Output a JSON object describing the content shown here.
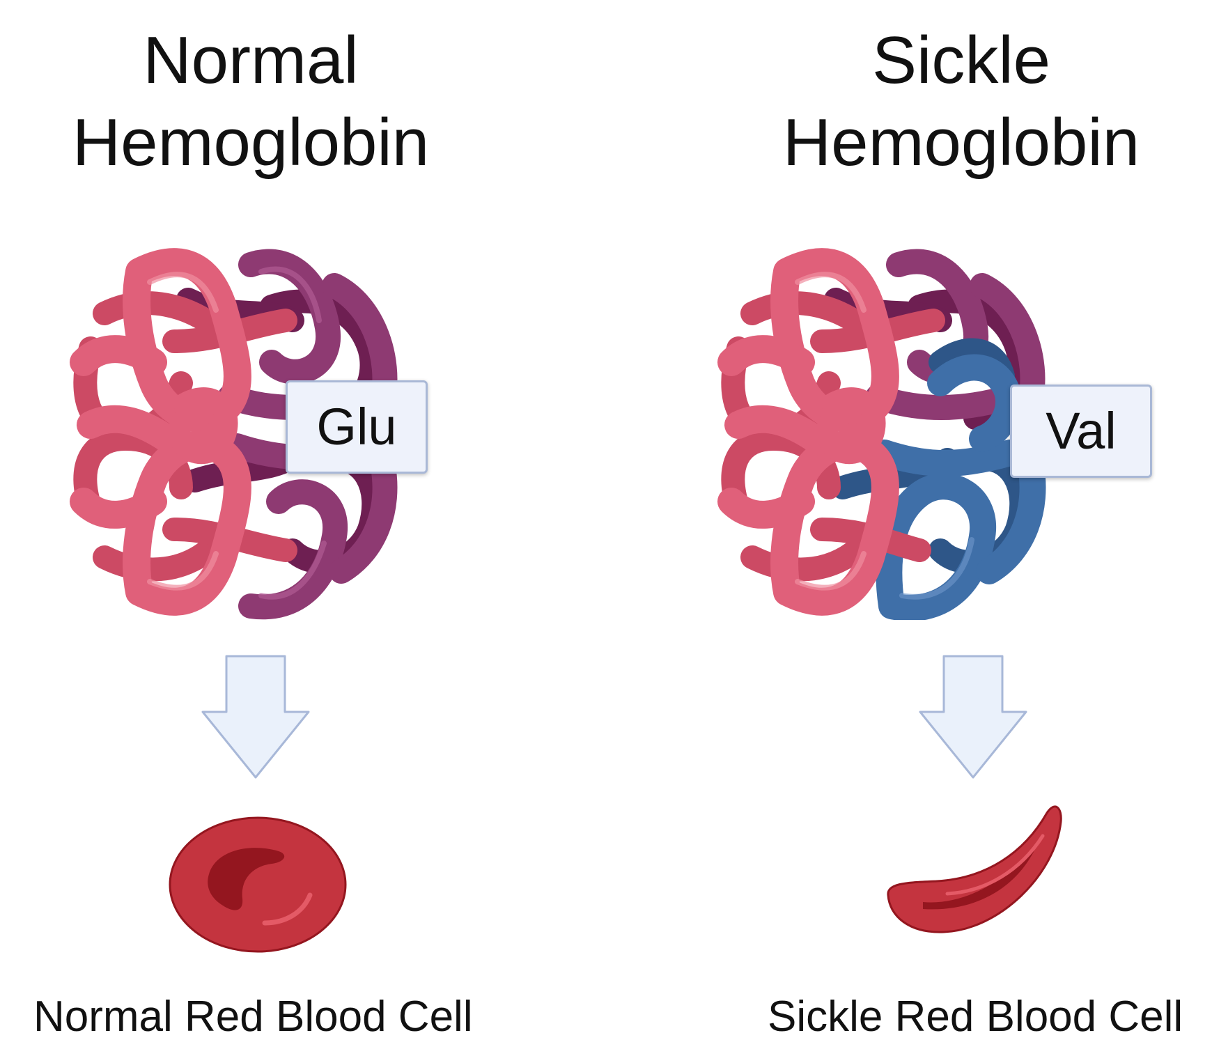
{
  "panels": {
    "normal": {
      "title_line1": "Normal",
      "title_line2": "Hemoglobin",
      "residue": "Glu",
      "caption": "Normal Red Blood Cell"
    },
    "sickle": {
      "title_line1": "Sickle",
      "title_line2": "Hemoglobin",
      "residue": "Val",
      "caption": "Sickle Red Blood Cell"
    }
  },
  "colors": {
    "alpha_chain": "#e0607a",
    "alpha_chain_dark": "#cc4a64",
    "beta_chain": "#8e3a72",
    "beta_chain_dark": "#6e1f52",
    "mutant_chain": "#3f6fa8",
    "mutant_chain_dark": "#2e5688",
    "red_cell": "#c4343f",
    "red_cell_dark": "#94161f",
    "arrow_fill": "#eaf1fb",
    "arrow_stroke": "#a8b8d8"
  }
}
